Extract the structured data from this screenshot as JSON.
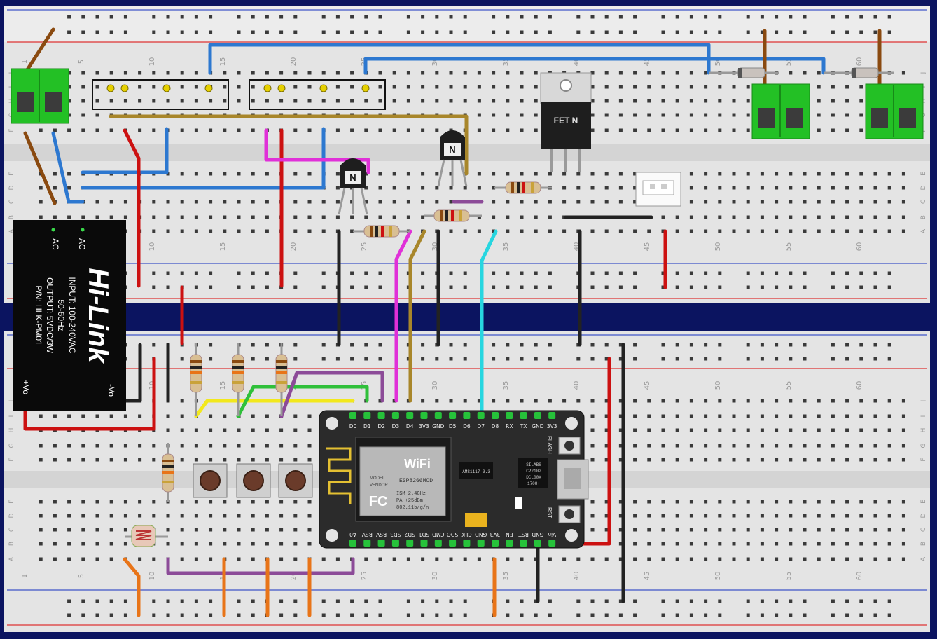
{
  "top_board": {
    "column_numbers": [
      "1",
      "5",
      "10",
      "15",
      "20",
      "25",
      "30",
      "35",
      "40",
      "45",
      "50",
      "55",
      "60"
    ],
    "row_letters": [
      "J",
      "I",
      "H",
      "G",
      "F",
      "E",
      "D",
      "C",
      "B",
      "A"
    ]
  },
  "bottom_board": {
    "column_numbers": [
      "1",
      "5",
      "10",
      "15",
      "20",
      "25",
      "30",
      "35",
      "40",
      "45",
      "50",
      "55",
      "60"
    ],
    "row_letters": [
      "J",
      "I",
      "H",
      "G",
      "F",
      "E",
      "D",
      "C",
      "B",
      "A"
    ]
  },
  "power_module": {
    "brand": "Hi-Link",
    "ac_label_1": "AC",
    "ac_label_2": "AC",
    "input_line": "INPUT: 100-240VAC",
    "freq_line": "50-60Hz",
    "output_line": "OUTPUT: 5VDC/3W",
    "part_number": "P/N: HLK-PM01",
    "pin_minus": "-Vo",
    "pin_plus": "+Vo"
  },
  "mosfet": {
    "label": "FET N"
  },
  "transistors": [
    {
      "label": "N"
    },
    {
      "label": "N"
    }
  ],
  "nodemcu": {
    "top_pins": [
      "D0",
      "D1",
      "D2",
      "D3",
      "D4",
      "3V3",
      "GND",
      "D5",
      "D6",
      "D7",
      "D8",
      "RX",
      "TX",
      "GND",
      "3V3"
    ],
    "bottom_pins": [
      "A0",
      "RSV",
      "RSV",
      "SD3",
      "SD2",
      "SD1",
      "CMD",
      "SDO",
      "CLK",
      "GND",
      "3V3",
      "EN",
      "RST",
      "GND",
      "Vin"
    ],
    "module_text": "ESP8266MOD",
    "wifi_label": "WiFi",
    "fcc_label": "FC",
    "model_label": "MODEL",
    "vendor_label": "VENDOR",
    "ism_line": "ISM 2.4GHz",
    "pa_line": "PA +25dBm",
    "std_line": "802.11b/g/n",
    "flash_label": "FLASH",
    "rst_label": "RST",
    "regulator_text": "AMS1117 3.3",
    "usb_chip_line1": "SILABS",
    "usb_chip_line2": "CP2102",
    "usb_chip_line3": "DCL00X",
    "usb_chip_line4": "1708+"
  },
  "colors": {
    "background": "#0b1460",
    "board": "#e4e4e4",
    "red_wire": "#cc1111",
    "blue_wire": "#2d78d0",
    "brown_wire": "#8a4a10",
    "black_wire": "#222222",
    "magenta_wire": "#e030d8",
    "gold_wire": "#a8862a",
    "cyan_wire": "#27d6e0",
    "green_wire": "#2fc03a",
    "yellow_wire": "#f2e81c",
    "purple_wire": "#8c4b98",
    "orange_wire": "#e87418",
    "terminal_green": "#23c025"
  }
}
